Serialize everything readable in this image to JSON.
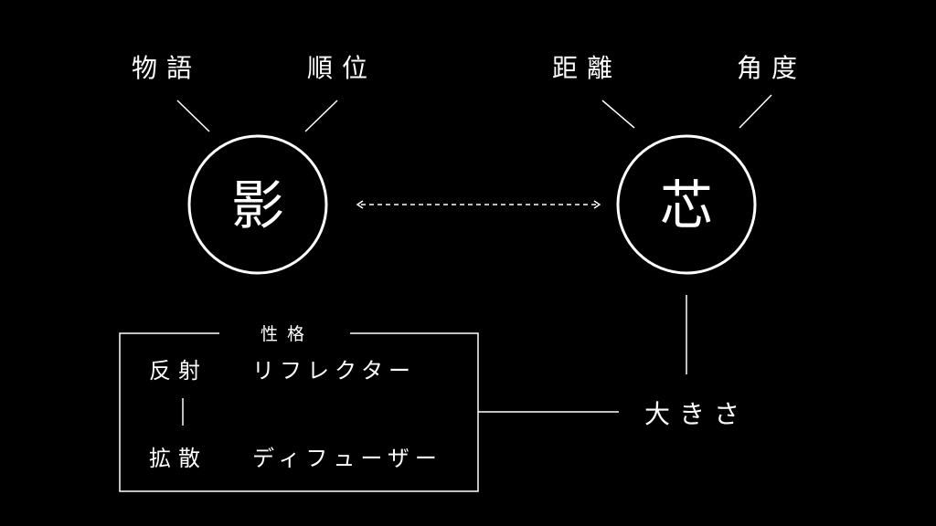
{
  "shadow": {
    "kanji": "影",
    "label_left": "物語",
    "label_right": "順位"
  },
  "core": {
    "kanji": "芯",
    "label_left": "距離",
    "label_right": "角度"
  },
  "character_box": {
    "title": "性格",
    "row1_kanji": "反射",
    "row1_katakana": "リフレクター",
    "row2_kanji": "拡散",
    "row2_katakana": "ディフューザー"
  },
  "size_label": "大きさ",
  "colors": {
    "background": "#000000",
    "foreground": "#ffffff"
  }
}
